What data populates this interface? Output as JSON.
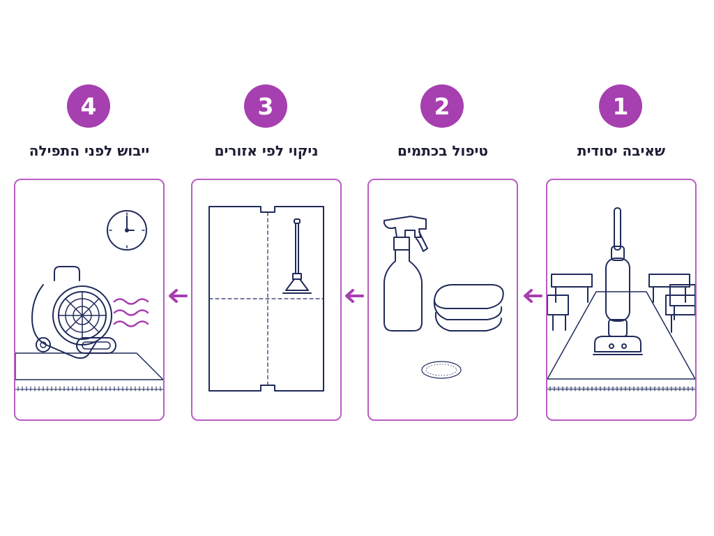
{
  "colors": {
    "accent": "#a63fb0",
    "panel_border": "#b95cc4",
    "line": "#1f2a5a",
    "text": "#1b1d33"
  },
  "steps": [
    {
      "number": "1",
      "title": "שאיבה יסודית",
      "icons": [
        "vacuum-cleaner-icon",
        "desk-icon",
        "carpet-icon"
      ]
    },
    {
      "number": "2",
      "title": "טיפול בכתמים",
      "icons": [
        "spray-bottle-icon",
        "folded-cloth-icon",
        "stain-icon"
      ]
    },
    {
      "number": "3",
      "title": "ניקוי לפי אזורים",
      "icons": [
        "zone-grid-icon",
        "mop-icon"
      ]
    },
    {
      "number": "4",
      "title": "ייבוש לפני התפילה",
      "icons": [
        "clock-icon",
        "air-mover-fan-icon",
        "airflow-icon",
        "carpet-icon"
      ]
    }
  ],
  "flow_direction": "right-to-left",
  "arrow_icon": "arrow-left-icon"
}
